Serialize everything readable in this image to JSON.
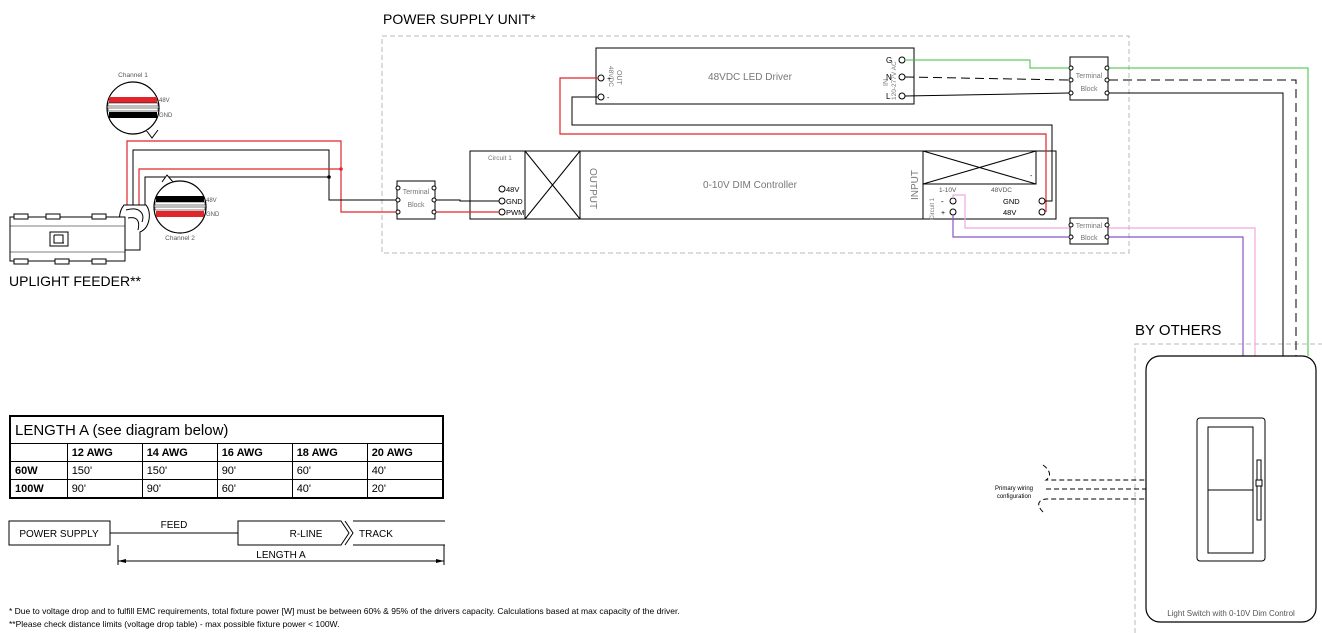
{
  "labels": {
    "psu_title": "POWER SUPPLY UNIT*",
    "uplight_feeder": "UPLIGHT FEEDER**",
    "by_others": "BY OTHERS",
    "channel1": "Channel 1",
    "channel2": "Channel 2",
    "ch_48v": "48V",
    "ch_gnd": "GND",
    "led_driver": "48VDC LED Driver",
    "driver_out": "OUT",
    "driver_out_v": "48VDC",
    "driver_in": "IN",
    "driver_in_v": "120-277V AC",
    "plus": "+",
    "minus": "-",
    "g": "G",
    "n": "N",
    "l": "L",
    "terminal": "Terminal",
    "block": "Block",
    "dim_controller": "0-10V DIM Controller",
    "circuit1": "Circuit 1",
    "output": "OUTPUT",
    "input": "INPUT",
    "pin_48v": "48V",
    "pin_gnd": "GND",
    "pin_pwm": "PWM",
    "in_110v": "1-10V",
    "in_48vdc": "48VDC",
    "in_gnd": "GND",
    "in_48v": "48V",
    "primary_wiring_1": "Primary wiring",
    "primary_wiring_2": "configuration",
    "switch_label": "Light Switch with 0-10V Dim Control"
  },
  "length_table": {
    "title": "LENGTH A (see diagram below)",
    "headers": [
      "",
      "12 AWG",
      "14 AWG",
      "16 AWG",
      "18 AWG",
      "20 AWG"
    ],
    "rows": [
      {
        "label": "60W",
        "values": [
          "150'",
          "150'",
          "90'",
          "60'",
          "40'"
        ]
      },
      {
        "label": "100W",
        "values": [
          "90'",
          "90'",
          "60'",
          "40'",
          "20'"
        ]
      }
    ]
  },
  "length_diagram": {
    "power_supply": "POWER SUPPLY",
    "feed": "FEED",
    "rline": "R-LINE",
    "track": "TRACK",
    "length_a": "LENGTH A"
  },
  "notes": [
    "* Due to voltage drop and to fulfill EMC requirements, total fixture power [W] must be between 60% & 95% of the drivers capacity. Calculations based at max capacity of the driver.",
    "**Please check distance limits (voltage drop table) - max possible fixture power < 100W."
  ],
  "colors": {
    "red": "#e0262b",
    "green": "#3cbf3c",
    "pink": "#f0a8e0",
    "purple": "#8a55c8",
    "dashed_box": "#b8b8b8"
  }
}
